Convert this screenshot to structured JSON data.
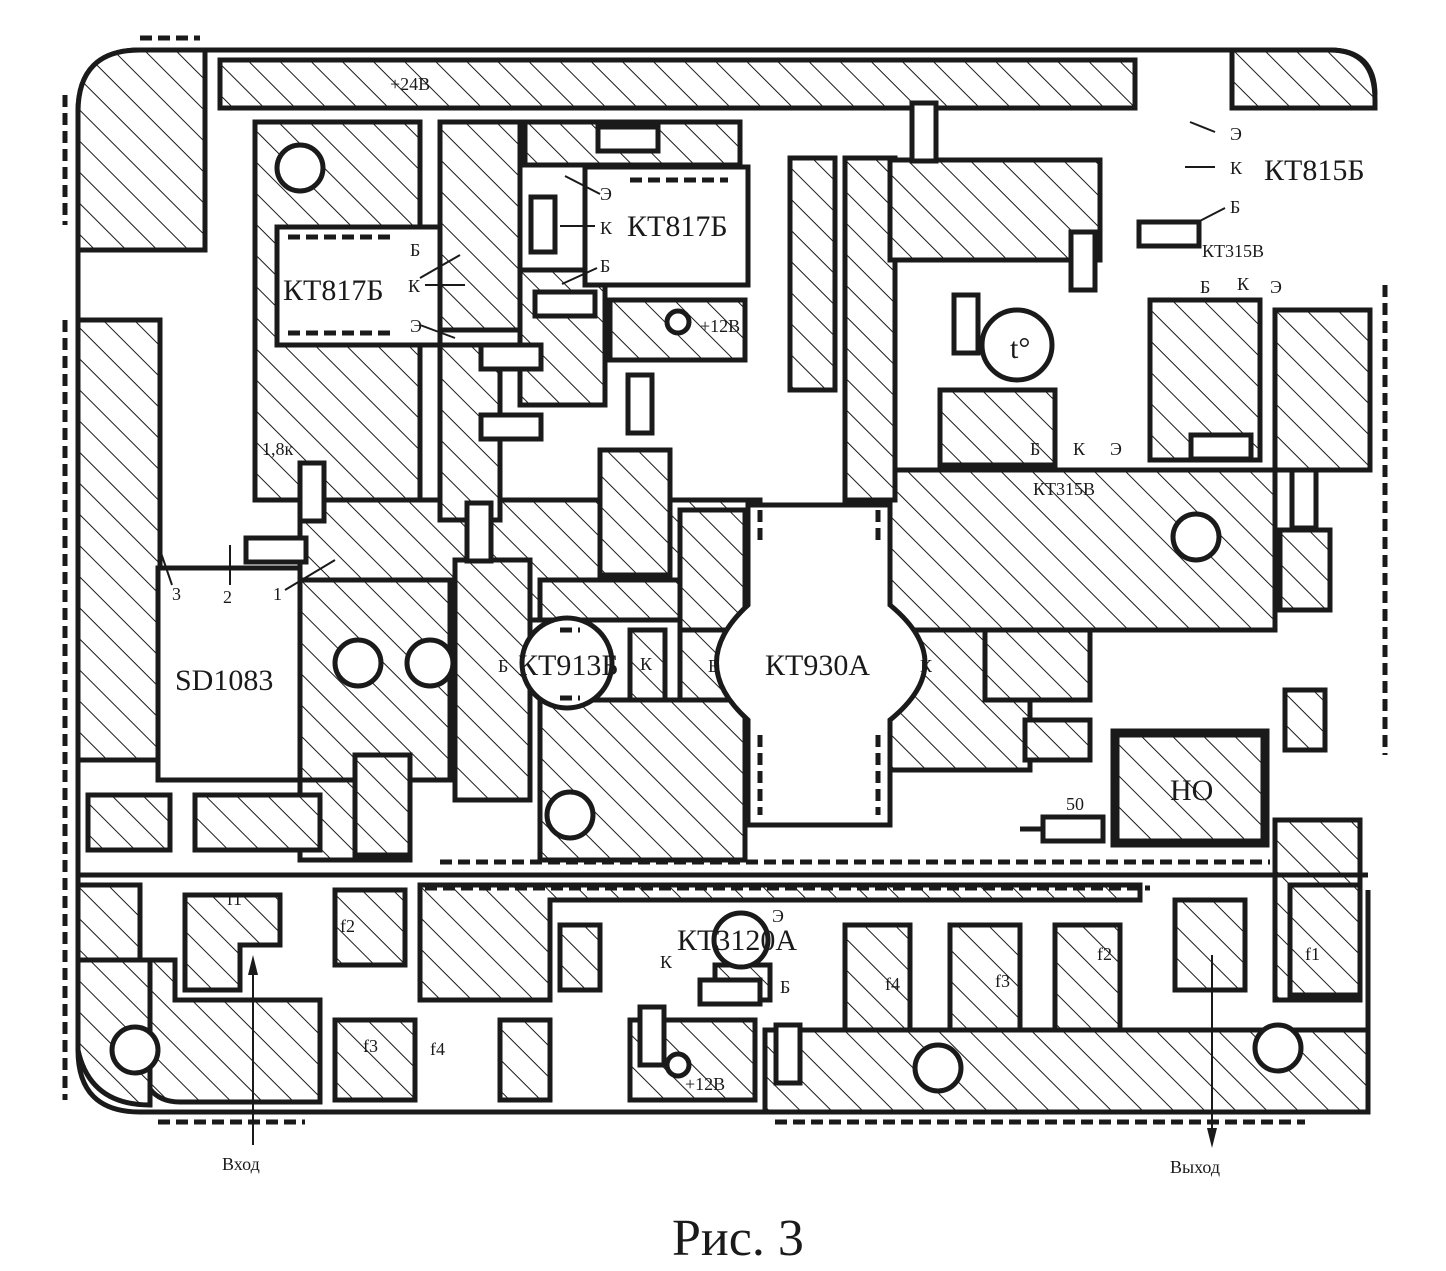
{
  "figure": {
    "caption": "Рис. 3",
    "type": "PCB layout (printed circuit board, top view)"
  },
  "power_labels": {
    "v24": "+24В",
    "v12_top": "+12В",
    "v12_bottom": "+12В"
  },
  "components": {
    "kt817b_left": {
      "name": "КТ817Б",
      "pins": {
        "b": "Б",
        "k": "К",
        "e": "Э"
      }
    },
    "kt817b_right": {
      "name": "КТ817Б",
      "pins": {
        "e": "Э",
        "k": "К",
        "b": "Б"
      }
    },
    "kt815b": {
      "name": "КТ815Б",
      "pins": {
        "e": "Э",
        "k": "К",
        "b": "Б"
      }
    },
    "kt315v_top": {
      "name": "КТ315В",
      "pins": {
        "b": "Б",
        "k": "К",
        "e": "Э"
      }
    },
    "kt315v_bottom": {
      "name": "КТ315В",
      "pins": {
        "b": "Б",
        "k": "К",
        "e": "Э"
      }
    },
    "thermistor": {
      "name": "t°"
    },
    "sd1083": {
      "name": "SD1083",
      "pins": [
        "3",
        "2",
        "1"
      ]
    },
    "resistor_1k8": {
      "value": "1,8к"
    },
    "kt913b": {
      "name": "КТ913Б",
      "pins": {
        "b_left": "Б",
        "k": "К",
        "b_right": "Б"
      }
    },
    "kt930a": {
      "name": "КТ930А",
      "pins": {
        "k": "К"
      }
    },
    "ho": {
      "name": "НО"
    },
    "resistor_50": {
      "value": "50"
    },
    "kt3120a": {
      "name": "КТ3120А",
      "pins": {
        "e": "Э",
        "k": "К",
        "b": "Б"
      }
    }
  },
  "filters_input": [
    "f1",
    "f2",
    "f3",
    "f4"
  ],
  "filters_output": [
    "f4",
    "f3",
    "f2",
    "f1"
  ],
  "io": {
    "input": "Вход",
    "output": "Выход"
  }
}
